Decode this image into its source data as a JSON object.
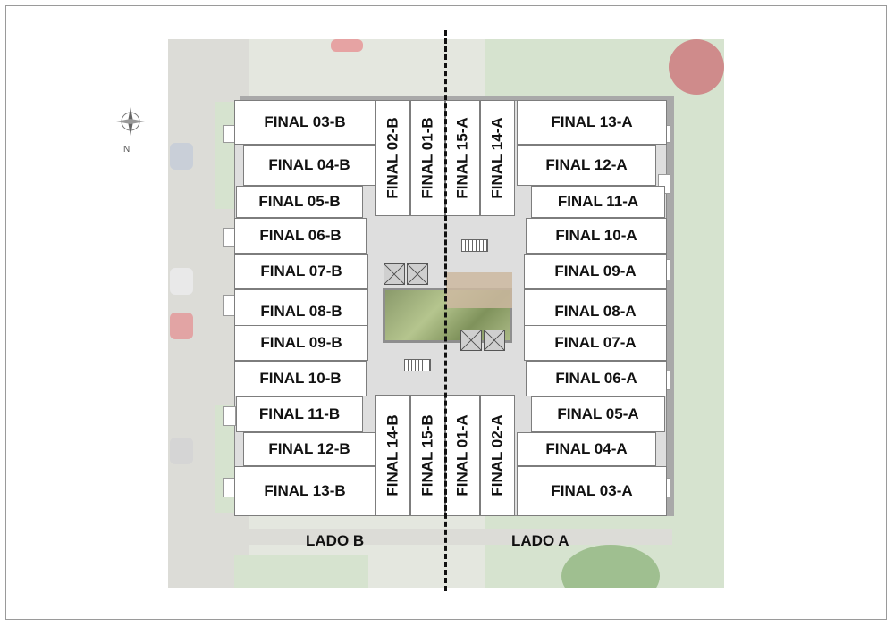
{
  "compass": {
    "north_label": "N"
  },
  "sides": {
    "left": "LADO B",
    "right": "LADO A"
  },
  "units_b": [
    "FINAL 03-B",
    "FINAL 04-B",
    "FINAL 05-B",
    "FINAL 06-B",
    "FINAL 07-B",
    "FINAL 08-B",
    "FINAL 09-B",
    "FINAL 10-B",
    "FINAL 11-B",
    "FINAL 12-B",
    "FINAL 13-B"
  ],
  "units_a": [
    "FINAL 13-A",
    "FINAL 12-A",
    "FINAL 11-A",
    "FINAL 10-A",
    "FINAL 09-A",
    "FINAL 08-A",
    "FINAL 07-A",
    "FINAL 06-A",
    "FINAL 05-A",
    "FINAL 04-A",
    "FINAL 03-A"
  ],
  "top_units": [
    "FINAL 02-B",
    "FINAL 01-B",
    "FINAL 15-A",
    "FINAL 14-A"
  ],
  "bottom_units": [
    "FINAL 14-B",
    "FINAL 15-B",
    "FINAL 01-A",
    "FINAL 02-A"
  ]
}
